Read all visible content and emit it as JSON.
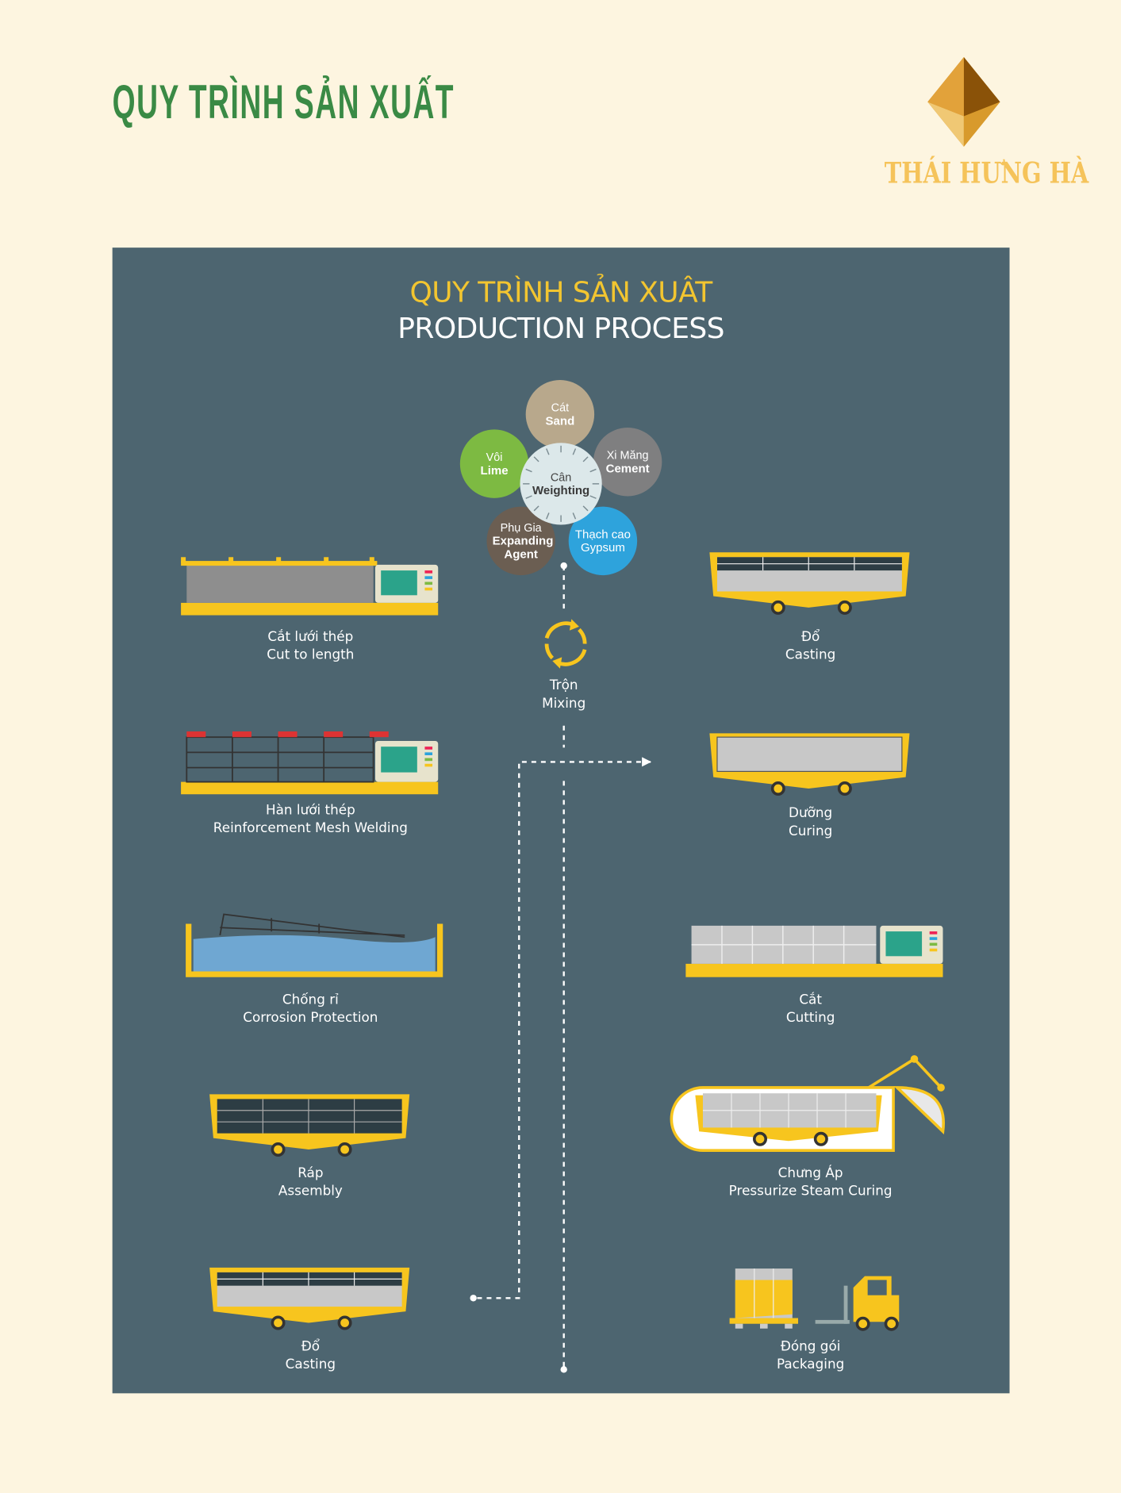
{
  "header": {
    "title": "QUY TRÌNH SẢN XUẤT",
    "brand": "THÁI HƯNG HÀ"
  },
  "panel": {
    "title_vi": "QUY TRÌNH SẢN XUÂT",
    "title_en": "PRODUCTION PROCESS"
  },
  "ingredients": [
    {
      "vi": "Cát",
      "en": "Sand",
      "color": "#b8a88c"
    },
    {
      "vi": "Vôi",
      "en": "Lime",
      "color": "#7dba42"
    },
    {
      "vi": "Xi Măng",
      "en": "Cement",
      "color": "#7f7f80"
    },
    {
      "vi": "Phụ Gia",
      "en": "Expanding Agent",
      "color": "#6b5e52"
    },
    {
      "vi": "Thạch cao",
      "en": "Gypsum",
      "color": "#2ea3dc"
    }
  ],
  "center": {
    "vi": "Cân",
    "en": "Weighting"
  },
  "mixing": {
    "vi": "Trộn",
    "en": "Mixing"
  },
  "left_steps": [
    {
      "vi": "Cắt lưới thép",
      "en": "Cut to length"
    },
    {
      "vi": "Hàn lưới thép",
      "en": "Reinforcement Mesh Welding"
    },
    {
      "vi": "Chống rỉ",
      "en": "Corrosion Protection"
    },
    {
      "vi": "Ráp",
      "en": "Assembly"
    },
    {
      "vi": "Đổ",
      "en": "Casting"
    }
  ],
  "right_steps": [
    {
      "vi": "Đổ",
      "en": "Casting"
    },
    {
      "vi": "Dưỡng",
      "en": "Curing"
    },
    {
      "vi": "Cắt",
      "en": "Cutting"
    },
    {
      "vi": "Chưng Áp",
      "en": "Pressurize Steam Curing"
    },
    {
      "vi": "Đóng gói",
      "en": "Packaging"
    }
  ],
  "colors": {
    "panel": "#4d6570",
    "yellow": "#f7c51e",
    "green": "#3a8a45",
    "gold": "#f5c35a"
  }
}
